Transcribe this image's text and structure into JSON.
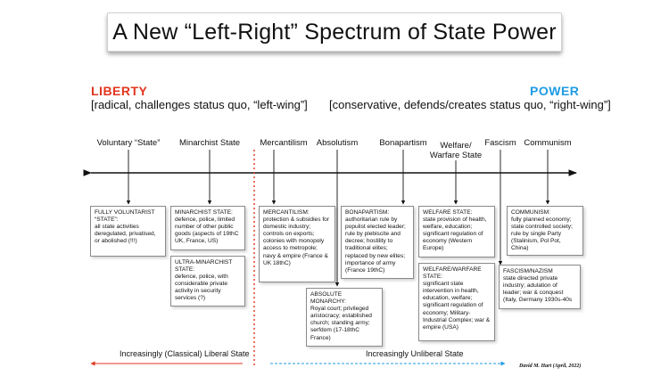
{
  "title": "A New “Left-Right” Spectrum of State Power",
  "liberty_label": "LIBERTY",
  "power_label": "POWER",
  "liberty_sub": "[radical, challenges status quo, “left-wing”]",
  "power_sub": "[conservative, defends/creates status quo, “right-wing”]",
  "spectrum_labels": {
    "voluntary": "Voluntary “State”",
    "minarchist": "Minarchist State",
    "mercantilism": "Mercantilism",
    "absolutism": "Absolutism",
    "bonapartism": "Bonapartism",
    "welfare_1": "Welfare/",
    "welfare_2": "Warfare State",
    "fascism": "Fascism",
    "communism": "Communism"
  },
  "boxes": {
    "voluntarist": {
      "title": "FULLY VOLUNTARIST “STATE”:",
      "body": "all state activities deregulated, privatised, or abolished (!!!)"
    },
    "minarchist": {
      "title": "MINARCHIST STATE:",
      "body": "defence, police, limited number of other public goods (aspects of 19thC UK, France, US)"
    },
    "ultra_minarchist": {
      "title": "ULTRA-MINARCHIST STATE:",
      "body": "defence, police, with considerable private activity in security services (?)"
    },
    "mercantilism": {
      "title": "MERCANTILISM:",
      "body": "protection & subsidies for domestic industry; controls on exports; colonies with monopoly access to metropole; navy & empire (France & UK 18thC)"
    },
    "absolute_monarchy": {
      "title": "ABSOLUTE MONARCHY:",
      "body": "Royal court; privileged aristocracy; established church; standing army; serfdom (17-18thC France)"
    },
    "bonapartism": {
      "title": "BONAPARTISM:",
      "body": "authoritarian rule by populist elected leader; rule by plebiscite and decree; hostility to traditional elites; replaced by new elites; importance of army (France 19thC)"
    },
    "welfare": {
      "title": "WELFARE STATE:",
      "body": "state provision of health, welfare, education; significant regulation of economy (Western Europe)"
    },
    "welfare_warfare": {
      "title": "WELFARE/WARFARE STATE:",
      "body": "significant state intervention in health, education, welfare; significant regulation of economy; Military-Industrial Complex; war & empire (USA)"
    },
    "communism": {
      "title": "COMMUNISM:",
      "body": "fully planned economy; state controlled society; rule by single Party (Stalinism, Pol Pot, China)"
    },
    "fascism": {
      "title": "FASCISM/NAZISM",
      "body": "state directed private industry; adulation of leader; war & conquest (Italy, Germany 1930s-40s"
    }
  },
  "bottom_left": "Increasingly (Classical) Liberal State",
  "bottom_right": "Increasingly Unliberal State",
  "credit": "David M. Hart (April, 2022)",
  "colors": {
    "liberty": "#e2341c",
    "power": "#1f9be3",
    "divider": "#e2341c"
  }
}
